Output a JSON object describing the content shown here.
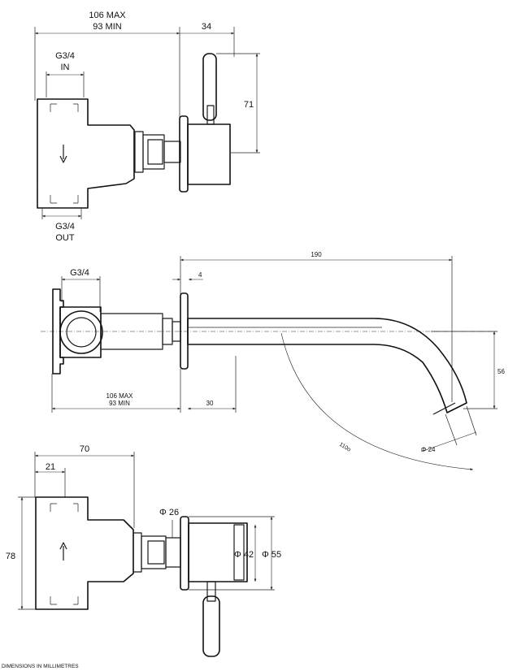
{
  "top_view": {
    "dim_overall_max": "106 MAX",
    "dim_overall_min": "93 MIN",
    "dim_handle_width": "34",
    "dim_inlet_thread": "G3/4",
    "dim_inlet_label": "IN",
    "dim_outlet_thread": "G3/4",
    "dim_outlet_label": "OUT",
    "dim_handle_height": "71"
  },
  "side_view": {
    "dim_thread": "G3/4",
    "dim_plate": "4",
    "dim_spout_length": "190",
    "dim_spout_drop": "56",
    "dim_overall_max": "106 MAX",
    "dim_overall_min": "93 MIN",
    "dim_escutcheon_offset": "30",
    "dim_spout_dia": "Φ 24",
    "dim_swing_radius": "110o"
  },
  "bottom_view": {
    "dim_overall_width": "70",
    "dim_inlet_offset": "21",
    "dim_height": "78",
    "dim_spindle_dia": "Φ 26",
    "dim_escutcheon_inner": "Φ 42",
    "dim_escutcheon_outer": "Φ 55"
  },
  "footer_note": "DIMENSIONS IN  MILLIMETRES"
}
